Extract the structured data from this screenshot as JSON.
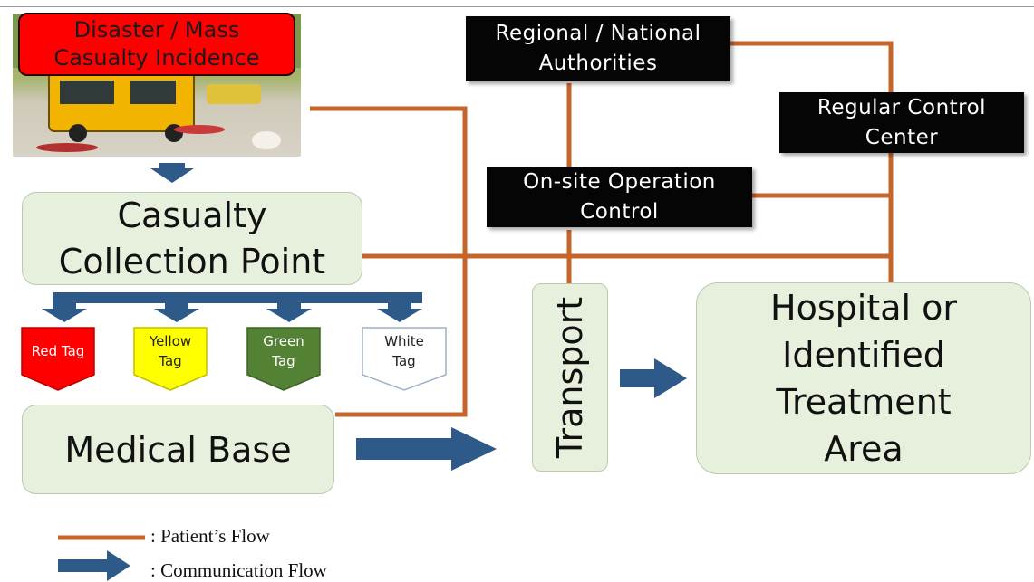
{
  "disaster": {
    "title": "Disaster / Mass\nCasualty Incidence"
  },
  "authorities": {
    "label": "Regional / National\nAuthorities"
  },
  "control_center": {
    "label": "Regular Control\nCenter"
  },
  "onsite": {
    "label": "On-site Operation\nControl"
  },
  "collection_point": {
    "label": "Casualty\nCollection Point"
  },
  "tags": [
    {
      "label": "Red Tag",
      "color": "#ff0000",
      "text_color": "#ffffff"
    },
    {
      "label": "Yellow\nTag",
      "color": "#ffff00",
      "text_color": "#222222"
    },
    {
      "label": "Green\nTag",
      "color": "#548235",
      "text_color": "#ffffff"
    },
    {
      "label": "White\nTag",
      "color": "#ffffff",
      "text_color": "#222222"
    }
  ],
  "medical_base": {
    "label": "Medical Base"
  },
  "transport": {
    "label": "Transport"
  },
  "hospital": {
    "label": "Hospital or\nIdentified\nTreatment\nArea"
  },
  "legend": {
    "patient_flow": ": Patient’s Flow",
    "communication_flow": ": Communication Flow"
  },
  "colors": {
    "patient_flow_line": "#c5652a",
    "communication_arrow": "#2e5a8a",
    "box_fill": "#e6f0dc"
  }
}
